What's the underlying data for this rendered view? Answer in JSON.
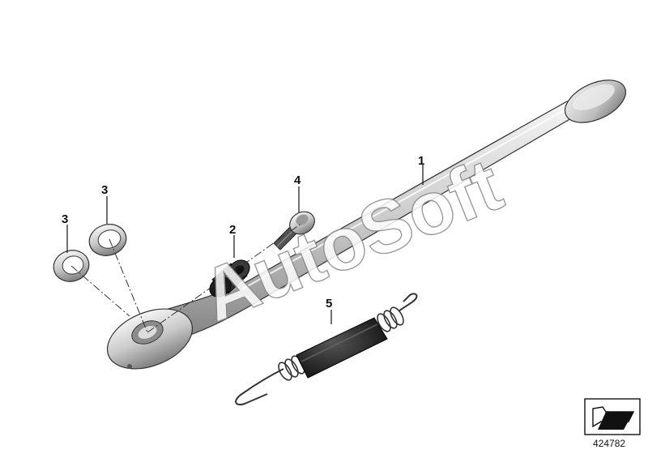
{
  "callouts": [
    {
      "id": "1",
      "label": "1"
    },
    {
      "id": "2",
      "label": "2"
    },
    {
      "id": "3a",
      "label": "3"
    },
    {
      "id": "3b",
      "label": "3"
    },
    {
      "id": "4",
      "label": "4"
    },
    {
      "id": "5",
      "label": "5"
    }
  ],
  "watermark": "AutoSoft",
  "diagram_id": "424782",
  "icons": {
    "corner_badge": "direction-arrow-icon"
  },
  "colors": {
    "metal_light": "#e6e6e6",
    "metal_dark": "#7a7a7a",
    "spring_dark": "#222222",
    "outline": "#333333"
  }
}
